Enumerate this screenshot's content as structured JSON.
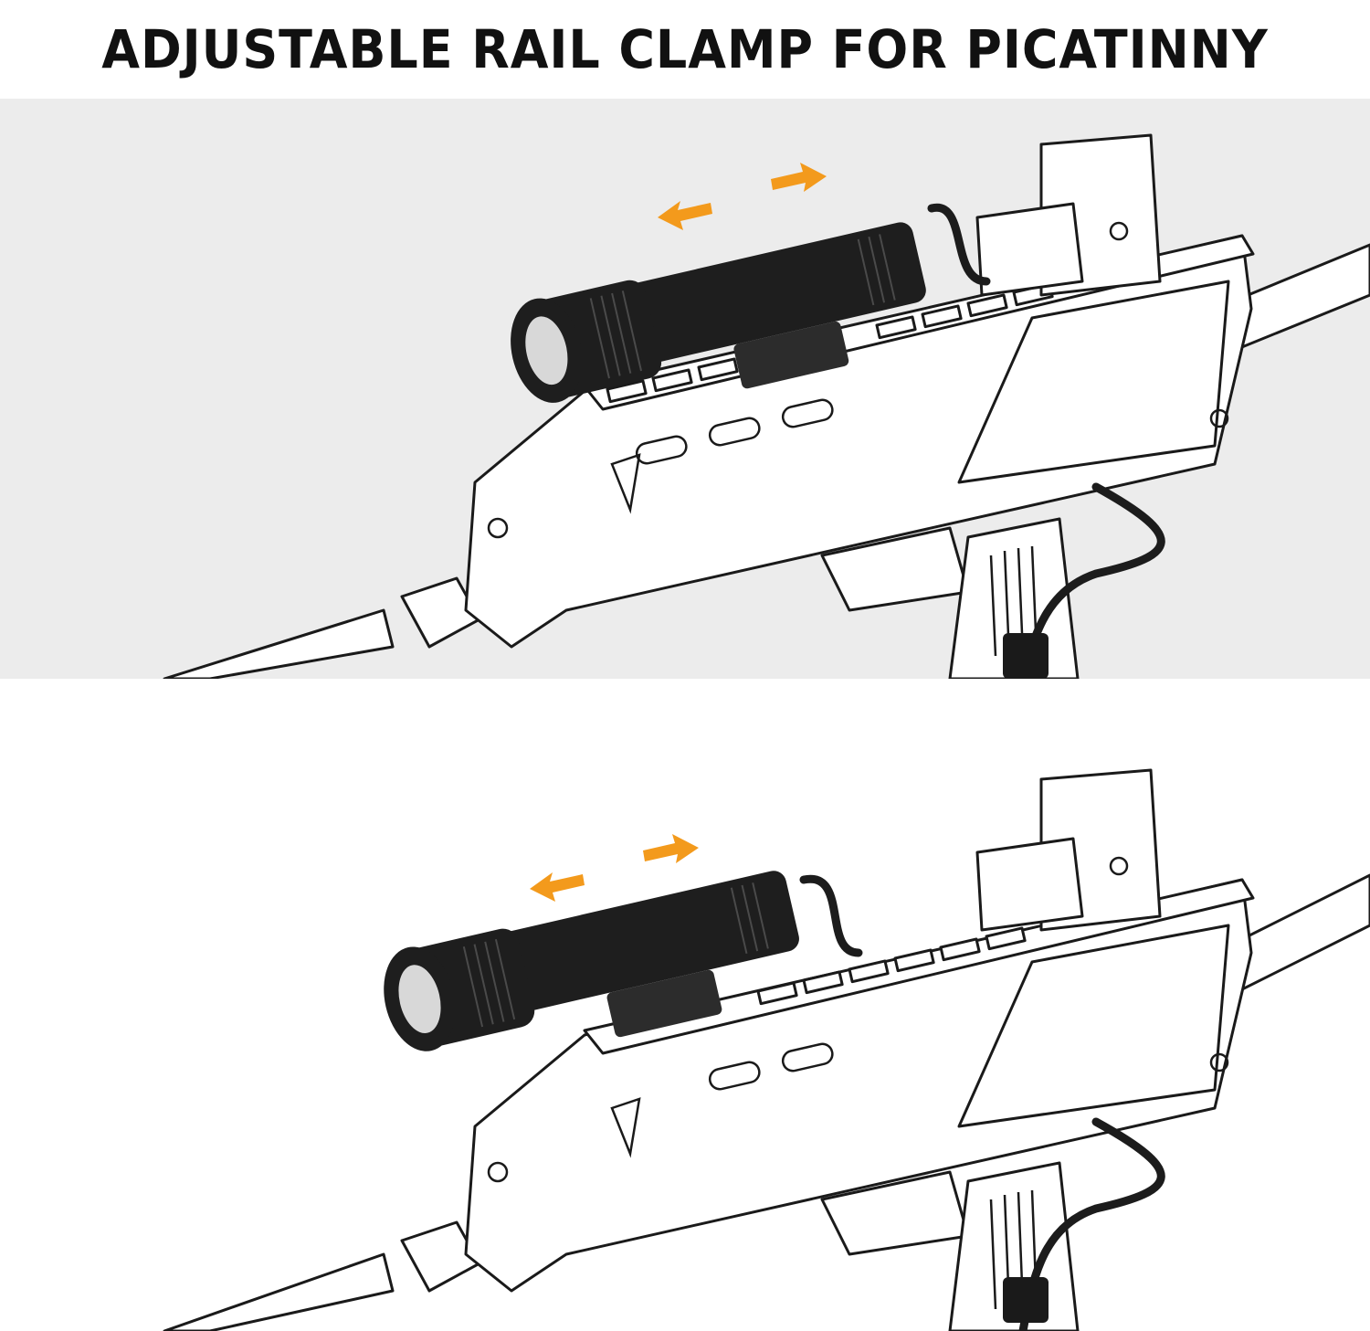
{
  "title": "ADJUSTABLE RAIL CLAMP FOR PICATINNY",
  "colors": {
    "arrow": "#f39a1c",
    "top_panel_bg": "#ececec",
    "bottom_panel_bg": "#ffffff",
    "flashlight": "#1e1e1e",
    "outline": "#1a1a1a"
  },
  "panels": [
    {
      "name": "clamp-forward-position",
      "arrows": [
        "arrow-left-icon",
        "arrow-right-icon"
      ]
    },
    {
      "name": "clamp-rear-position",
      "arrows": [
        "arrow-left-icon",
        "arrow-right-icon"
      ]
    }
  ],
  "illustration": {
    "subject": [
      "flashlight-icon",
      "rail-clamp-icon",
      "rifle-outline-icon",
      "red-dot-sight-icon",
      "pressure-switch-icon"
    ]
  }
}
